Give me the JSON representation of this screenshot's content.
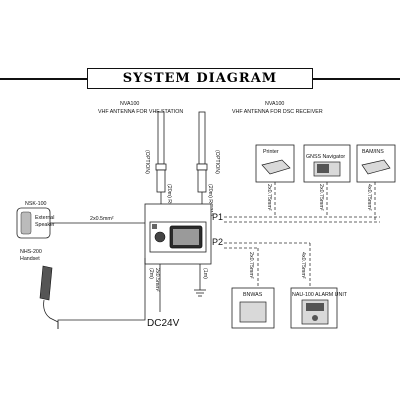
{
  "title": "SYSTEM DIAGRAM",
  "antennas": [
    {
      "model": "NVA100",
      "description": "VHF ANTENNA FOR VHF STATION",
      "cable": "(20m) RG213",
      "option": "(OPTION)"
    },
    {
      "model": "NVA100",
      "description": "VHF ANTENNA FOR DSC RECEIVER",
      "cable": "(20m) RG213",
      "option": "(OPTION)"
    }
  ],
  "speaker": {
    "model": "NSK-100",
    "label_line1": "External",
    "label_line2": "Speaker",
    "cable": "2x0.5mm²"
  },
  "handset": {
    "model": "NHS-200",
    "label": "Handset"
  },
  "ports": {
    "p1": "P1",
    "p2": "P2"
  },
  "power": {
    "cable_len": "(2m)",
    "cable_spec": "2x0.5mm²",
    "ground_cable": "(1m)",
    "supply": "DC24V"
  },
  "nmea_devices": [
    {
      "label": "Printer",
      "cable": "2x0.75mm²"
    },
    {
      "label": "GNSS Navigator",
      "cable": "2x0.75mm²"
    },
    {
      "label": "BAM/INS",
      "cable": "4x0.75mm²"
    }
  ],
  "lower_devices": [
    {
      "label": "BNWAS",
      "cable": "2x0.75mm²"
    },
    {
      "label": "NAU-100 ALARM UNIT",
      "cable": "4x0.75mm²"
    }
  ]
}
